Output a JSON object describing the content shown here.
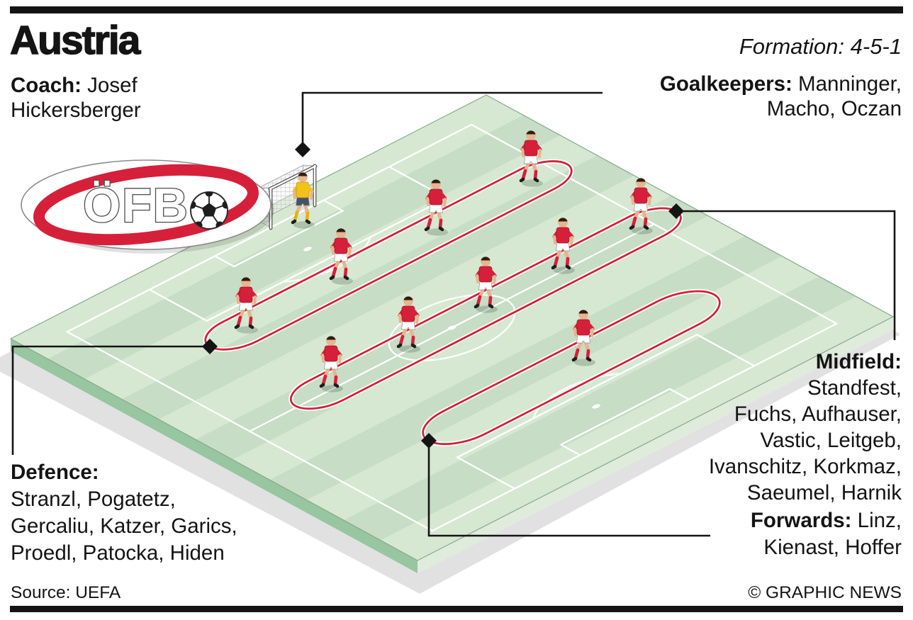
{
  "header": {
    "title": "Austria",
    "formation": "Formation: 4-5-1"
  },
  "coach": {
    "label": "Coach:",
    "name_line1": " Josef",
    "name_line2": "Hickersberger"
  },
  "goalkeepers": {
    "label": "Goalkeepers:",
    "line1_rest": " Manninger,",
    "line2": "Macho, Oczan"
  },
  "defence": {
    "label": "Defence:",
    "lines": [
      "Stranzl, Pogatetz,",
      "Gercaliu, Katzer, Garics,",
      "Proedl, Patocka, Hiden"
    ]
  },
  "midfield": {
    "label": "Midfield:",
    "lines": [
      "Standfest,",
      "Fuchs, Aufhauser,",
      "Vastic, Leitgeb,",
      "Ivanschitz, Korkmaz,",
      "Saeumel, Harnik"
    ]
  },
  "forwards": {
    "label": "Forwards:",
    "line1_rest": " Linz,",
    "line2": "Kienast, Hoffer"
  },
  "footer": {
    "source": "Source: UEFA",
    "credit": "© GRAPHIC NEWS"
  },
  "logo": {
    "text": "ÖFB"
  },
  "pitch": {
    "formation_counts": {
      "goalkeepers": 1,
      "defenders": 4,
      "midfielders": 5,
      "forwards": 1
    },
    "colors": {
      "accent_red": "#d6203a",
      "stripe_light": "#d6e8d1",
      "stripe_dark": "#c7ddc6",
      "side_face_left": "#97c6a0",
      "side_face_right": "#dfecdc",
      "pitch_line": "#ffffff",
      "callout_black": "#141414",
      "outfield_shirt": "#d6203a",
      "goalkeeper_shirt": "#f2c21a"
    },
    "icons": {
      "callout-marker": "◆",
      "soccer-ball": "⚽"
    }
  }
}
